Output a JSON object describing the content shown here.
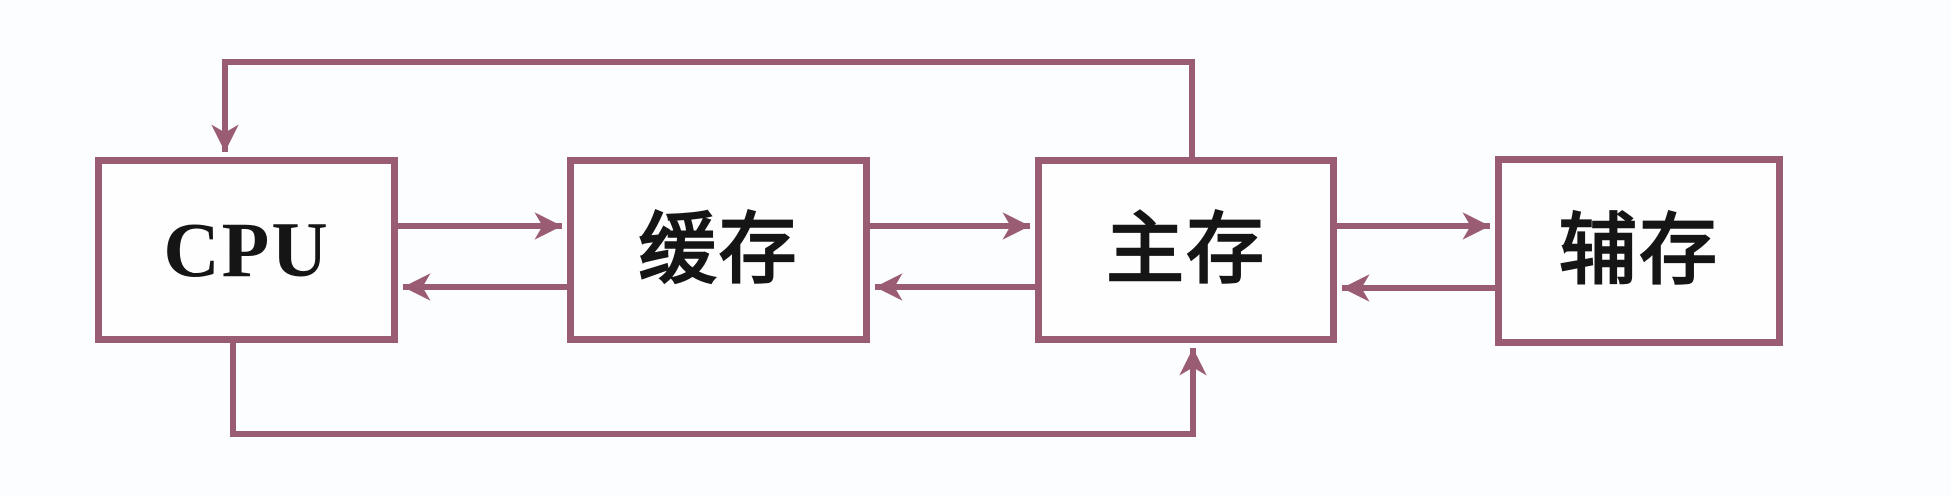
{
  "diagram": {
    "accent_color": "#9a5c72",
    "background_color": "#fcfdfe",
    "text_color": "#151515",
    "nodes": [
      {
        "id": "cpu",
        "label": "CPU"
      },
      {
        "id": "cache",
        "label": "缓存"
      },
      {
        "id": "main-memory",
        "label": "主存"
      },
      {
        "id": "aux-memory",
        "label": "辅存"
      }
    ],
    "edges": [
      {
        "from": "cpu",
        "to": "cache",
        "route": "direct-upper"
      },
      {
        "from": "cache",
        "to": "cpu",
        "route": "direct-lower"
      },
      {
        "from": "cache",
        "to": "main-memory",
        "route": "direct-upper"
      },
      {
        "from": "main-memory",
        "to": "cache",
        "route": "direct-lower"
      },
      {
        "from": "main-memory",
        "to": "aux-memory",
        "route": "direct-upper"
      },
      {
        "from": "aux-memory",
        "to": "main-memory",
        "route": "direct-lower"
      },
      {
        "from": "main-memory",
        "to": "cpu",
        "route": "top-bypass"
      },
      {
        "from": "cpu",
        "to": "main-memory",
        "route": "bottom-bypass"
      }
    ]
  }
}
